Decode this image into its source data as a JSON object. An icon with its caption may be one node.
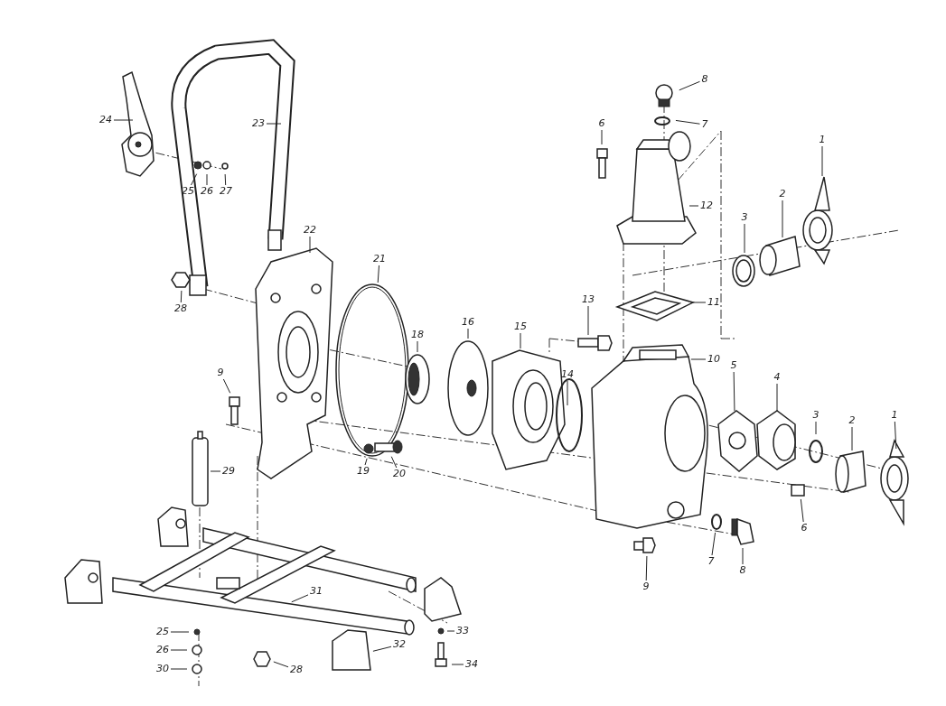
{
  "diagram": {
    "nodes": [
      {
        "text": [
          "8"
        ]
      },
      {
        "text": [
          "7"
        ]
      },
      {
        "text": [
          "6"
        ]
      },
      {
        "text": [
          "1"
        ]
      },
      {
        "text": [
          "12"
        ]
      },
      {
        "text": [
          "2"
        ]
      },
      {
        "text": [
          "3"
        ]
      },
      {
        "text": [
          "23"
        ]
      },
      {
        "text": [
          "24"
        ]
      },
      {
        "text": [
          "25"
        ]
      },
      {
        "text": [
          "26"
        ]
      },
      {
        "text": [
          "27"
        ]
      },
      {
        "text": [
          "22"
        ]
      },
      {
        "text": [
          "21"
        ]
      },
      {
        "text": [
          "28"
        ]
      },
      {
        "text": [
          "11"
        ]
      },
      {
        "text": [
          "13"
        ]
      },
      {
        "text": [
          "18"
        ]
      },
      {
        "text": [
          "16"
        ]
      },
      {
        "text": [
          "15"
        ]
      },
      {
        "text": [
          "10"
        ]
      },
      {
        "text": [
          "5"
        ]
      },
      {
        "text": [
          "4"
        ]
      },
      {
        "text": [
          "9"
        ]
      },
      {
        "text": [
          "14"
        ]
      },
      {
        "text": [
          "3"
        ]
      },
      {
        "text": [
          "2"
        ]
      },
      {
        "text": [
          "1"
        ]
      },
      {
        "text": [
          "29"
        ]
      },
      {
        "text": [
          "19"
        ]
      },
      {
        "text": [
          "20"
        ]
      },
      {
        "text": [
          "6"
        ]
      },
      {
        "text": [
          "7"
        ]
      },
      {
        "text": [
          "8"
        ]
      },
      {
        "text": [
          "9"
        ]
      },
      {
        "text": [
          "31"
        ]
      },
      {
        "text": [
          "32"
        ]
      },
      {
        "text": [
          "33"
        ]
      },
      {
        "text": [
          "25"
        ]
      },
      {
        "text": [
          "26"
        ]
      },
      {
        "text": [
          "28"
        ]
      },
      {
        "text": [
          "30"
        ]
      },
      {
        "text": [
          "34"
        ]
      }
    ],
    "edges": [
      {
        "from": 0,
        "to": null,
        "arrow": "none"
      },
      {
        "from": 1,
        "to": null,
        "arrow": "none"
      },
      {
        "from": 2,
        "to": null,
        "arrow": "none"
      },
      {
        "from": 3,
        "to": null,
        "arrow": "none"
      },
      {
        "from": 4,
        "to": null,
        "arrow": "none"
      },
      {
        "from": 5,
        "to": null,
        "arrow": "none"
      },
      {
        "from": 6,
        "to": null,
        "arrow": "none"
      },
      {
        "from": 7,
        "to": null,
        "arrow": "none"
      },
      {
        "from": 8,
        "to": null,
        "arrow": "none"
      },
      {
        "from": 9,
        "to": null,
        "arrow": "none"
      },
      {
        "from": 10,
        "to": null,
        "arrow": "none"
      },
      {
        "from": 11,
        "to": null,
        "arrow": "none"
      },
      {
        "from": 12,
        "to": null,
        "arrow": "none"
      },
      {
        "from": 13,
        "to": null,
        "arrow": "none"
      },
      {
        "from": 14,
        "to": null,
        "arrow": "none"
      },
      {
        "from": 15,
        "to": null,
        "arrow": "none"
      },
      {
        "from": 16,
        "to": null,
        "arrow": "none"
      },
      {
        "from": 17,
        "to": null,
        "arrow": "none"
      },
      {
        "from": 18,
        "to": null,
        "arrow": "none"
      },
      {
        "from": 19,
        "to": null,
        "arrow": "none"
      },
      {
        "from": 20,
        "to": null,
        "arrow": "none"
      },
      {
        "from": 21,
        "to": null,
        "arrow": "none"
      },
      {
        "from": 22,
        "to": null,
        "arrow": "none"
      },
      {
        "from": 23,
        "to": null,
        "arrow": "none"
      },
      {
        "from": 24,
        "to": null,
        "arrow": "none"
      },
      {
        "from": 25,
        "to": null,
        "arrow": "none"
      },
      {
        "from": 26,
        "to": null,
        "arrow": "none"
      },
      {
        "from": 27,
        "to": null,
        "arrow": "none"
      },
      {
        "from": 28,
        "to": null,
        "arrow": "none"
      },
      {
        "from": 29,
        "to": null,
        "arrow": "none"
      },
      {
        "from": 30,
        "to": null,
        "arrow": "none"
      },
      {
        "from": 31,
        "to": null,
        "arrow": "none"
      },
      {
        "from": 32,
        "to": null,
        "arrow": "none"
      },
      {
        "from": 33,
        "to": null,
        "arrow": "none"
      },
      {
        "from": 34,
        "to": null,
        "arrow": "none"
      },
      {
        "from": 35,
        "to": null,
        "arrow": "none"
      },
      {
        "from": 36,
        "to": null,
        "arrow": "none"
      },
      {
        "from": 37,
        "to": null,
        "arrow": "none"
      },
      {
        "from": 38,
        "to": null,
        "arrow": "none"
      },
      {
        "from": 39,
        "to": null,
        "arrow": "none"
      },
      {
        "from": 40,
        "to": null,
        "arrow": "none"
      },
      {
        "from": 41,
        "to": null,
        "arrow": "none"
      },
      {
        "from": 42,
        "to": null,
        "arrow": "none"
      }
    ]
  }
}
